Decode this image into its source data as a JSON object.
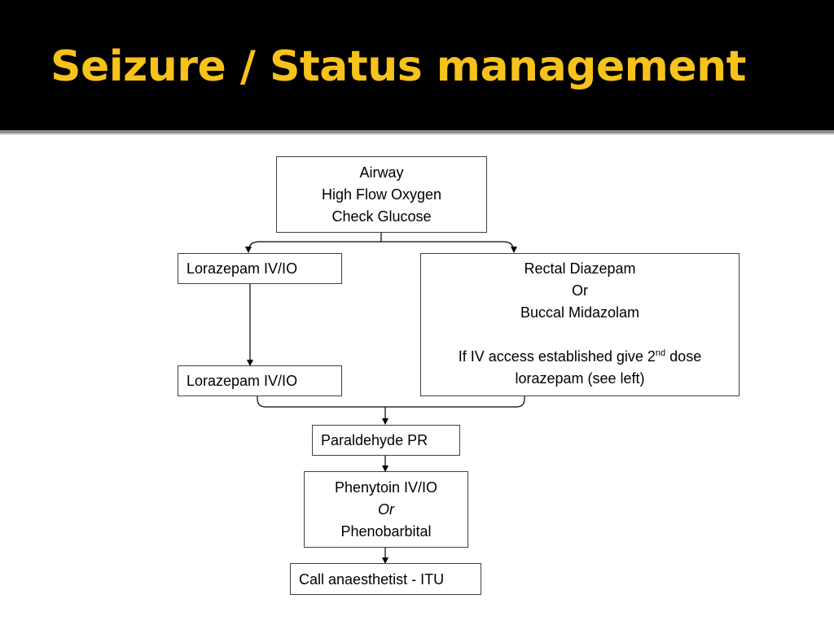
{
  "title": "Seizure / Status management",
  "flow": {
    "start": {
      "line1": "Airway",
      "line2": "High Flow Oxygen",
      "line3": "Check Glucose"
    },
    "left_step1": "Lorazepam IV/IO",
    "left_step2": "Lorazepam IV/IO",
    "right_step": {
      "line1": "Rectal Diazepam",
      "line2": "Or",
      "line3": "Buccal Midazolam",
      "line4_prefix": "If IV access established give 2",
      "line4_sup": "nd",
      "line4_suffix": " dose",
      "line5": "lorazepam (see left)"
    },
    "paraldehyde": "Paraldehyde PR",
    "phenytoin": {
      "line1": "Phenytoin IV/IO",
      "line2": "Or",
      "line3": "Phenobarbital"
    },
    "final": "Call anaesthetist - ITU"
  },
  "colors": {
    "title_bar": "#000000",
    "title_text": "#f7c21b",
    "box_border": "#404040"
  }
}
